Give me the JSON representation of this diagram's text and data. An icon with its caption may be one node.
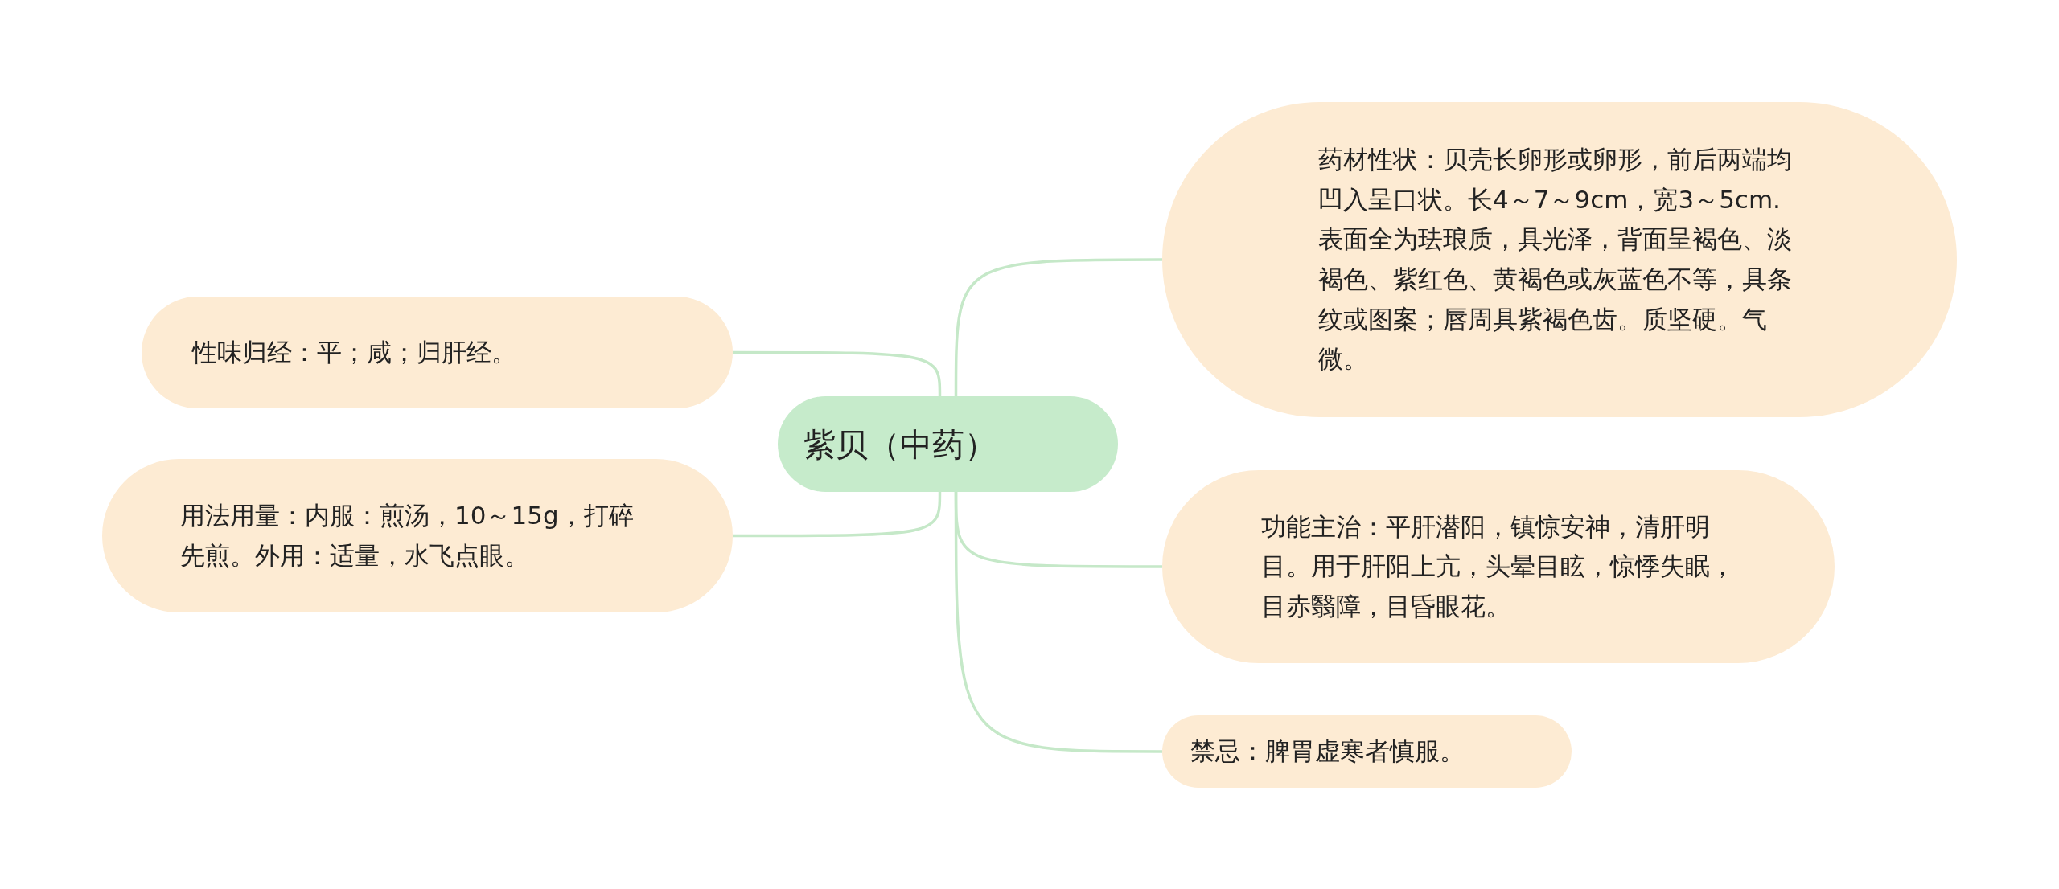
{
  "diagram": {
    "nodes": [
      {
        "text": [
          "紫贝（中药）"
        ]
      },
      {
        "text": [
          "药材性状：贝壳长卵形或卵形，前后两端均凹入呈口状。长4～7～9cm，宽3～5cm.表面全为珐琅质，具光泽，背面呈褐色、淡褐色、紫红色、黄褐色或灰蓝色不等，具条纹或图案；唇周具紫褐色齿。质坚硬。气微。"
        ]
      },
      {
        "text": [
          "性味归经：平；咸；归肝经。"
        ]
      },
      {
        "text": [
          "用法用量：内服：煎汤，10～15g，打碎先煎。外用：适量，水飞点眼。"
        ]
      },
      {
        "text": [
          "功能主治：平肝潜阳，镇惊安神，清肝明目。用于肝阳上亢，头晕目眩，惊悸失眠，目赤翳障，目昏眼花。"
        ]
      },
      {
        "text": [
          "禁忌：脾胃虚寒者慎服。"
        ]
      }
    ],
    "edges": [
      {
        "from": 0,
        "to": 1,
        "arrow": "none"
      },
      {
        "from": 0,
        "to": 2,
        "arrow": "none"
      },
      {
        "from": 0,
        "to": 3,
        "arrow": "none"
      },
      {
        "from": 0,
        "to": 4,
        "arrow": "none"
      },
      {
        "from": 0,
        "to": 5,
        "arrow": "none"
      }
    ]
  }
}
